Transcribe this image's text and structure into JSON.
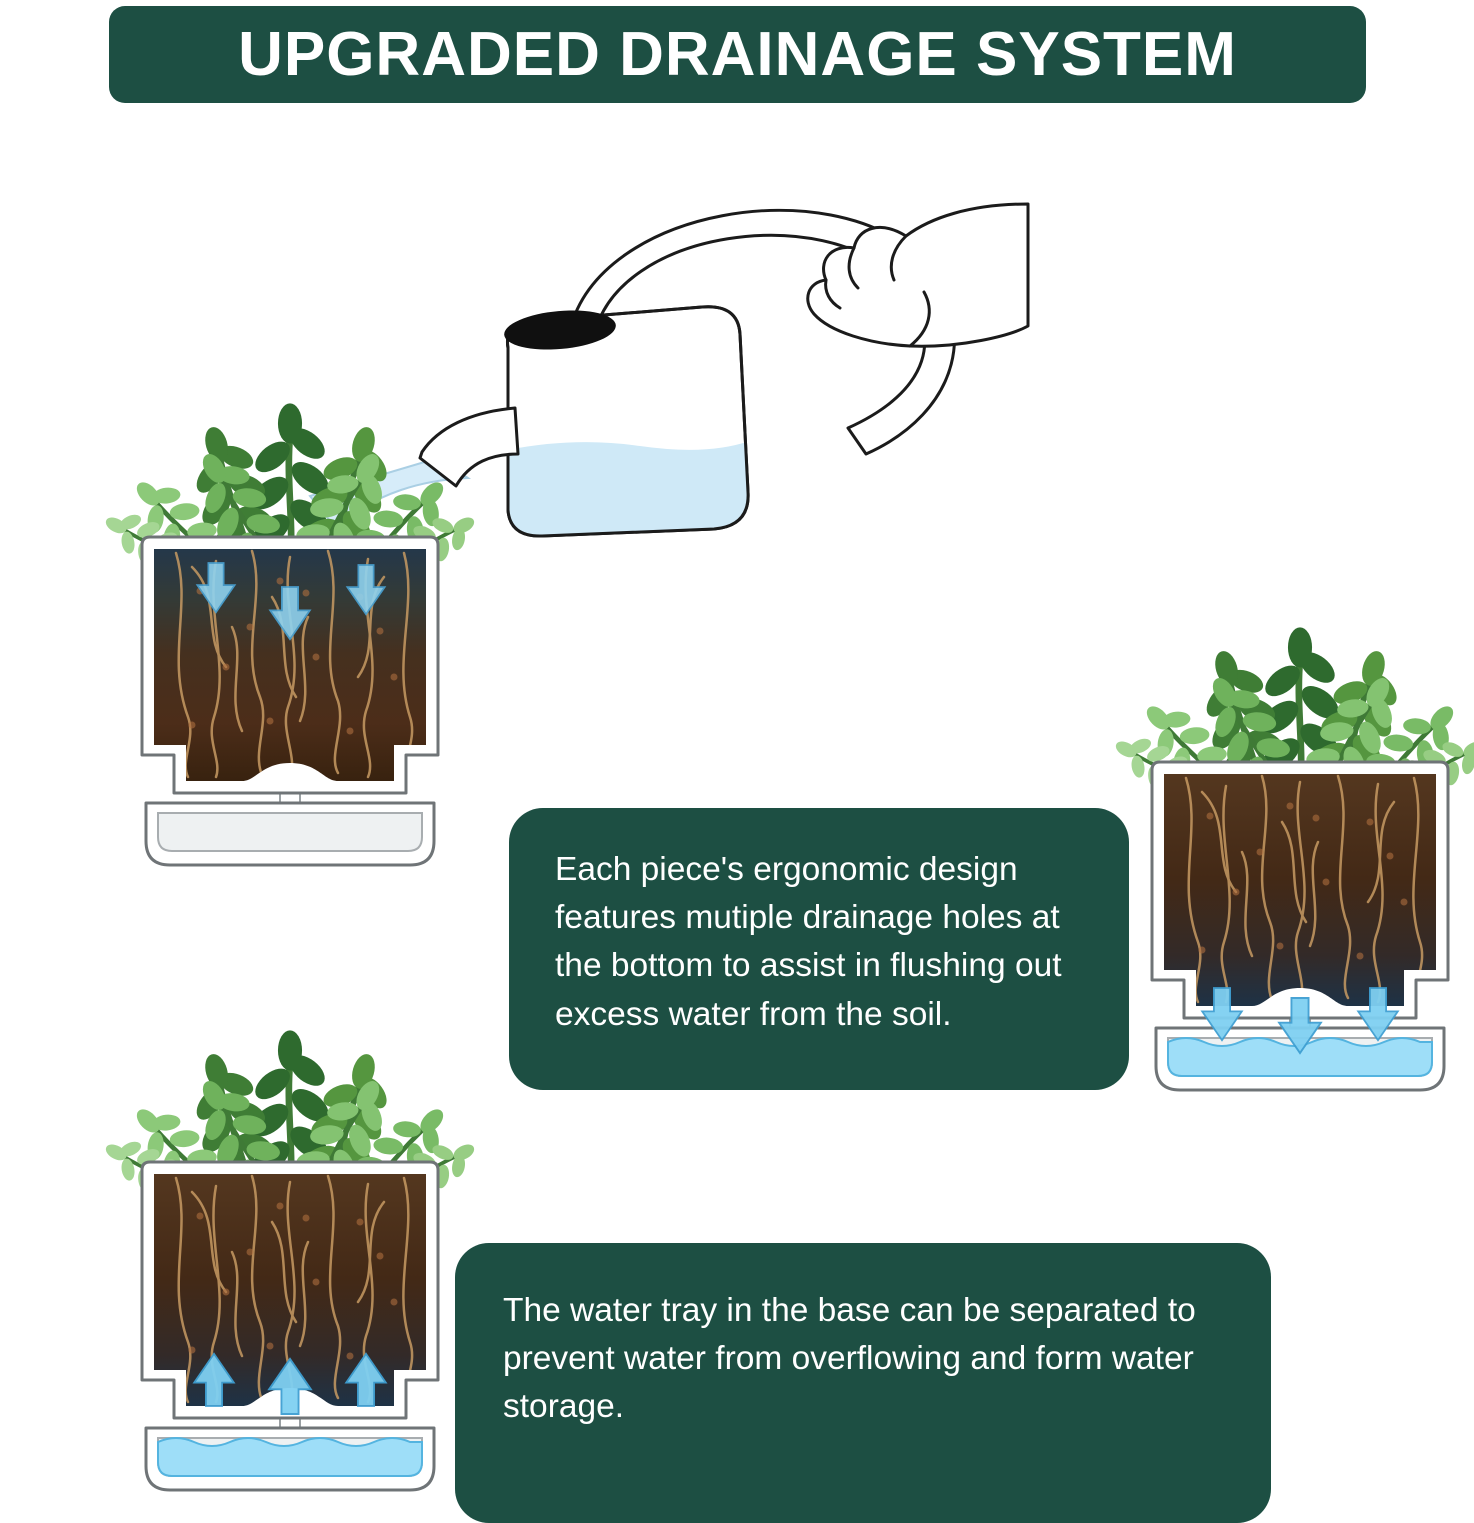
{
  "banner": {
    "title": "UPGRADED DRAINAGE SYSTEM"
  },
  "callouts": {
    "drainage_holes": "Each piece's ergonomic design features mutiple drainage holes at the bottom to assist in flushing out excess water from the soil.",
    "water_tray": "The water tray in the base can be separated to prevent water from overflowing and form water storage."
  },
  "colors": {
    "banner_green": "#1d4f43",
    "text_white": "#ffffff",
    "leaf_green": "#7ab964",
    "soil_brown": "#472c1b",
    "wet_soil_blue": "#24384a",
    "water_blue": "#9edef8",
    "arrow_blue": "#7fd0f2"
  },
  "icons": {
    "watering": "watering-can-pouring-icon",
    "planter_top_drain": "planter-draining-from-top-icon",
    "planter_bottom_drain": "planter-flushing-to-tray-icon",
    "planter_water_storage": "planter-tray-water-storage-icon"
  }
}
